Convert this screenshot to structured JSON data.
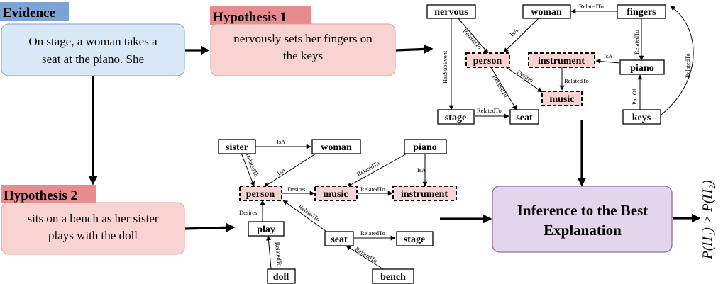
{
  "evidence": {
    "heading": "Evidence",
    "text_line1": "On stage, a woman takes a",
    "text_line2": "seat at the piano. She"
  },
  "hypothesis1": {
    "heading": "Hypothesis 1",
    "text_line1": "nervously sets her fingers on",
    "text_line2": "the keys"
  },
  "hypothesis2": {
    "heading": "Hypothesis 2",
    "text_line1": "sits on a bench as her sister",
    "text_line2": "plays with the doll"
  },
  "inference": {
    "line1": "Inference to the Best",
    "line2": "Explanation"
  },
  "result": "P(H₁) > P(H₂)",
  "colors": {
    "evidence_fill": "#d9e8f7",
    "evidence_heading": "#7da2d4",
    "hypothesis_fill": "#f8d3d1",
    "hypothesis_heading": "#e88b8f",
    "inference_fill": "#e2d5ec",
    "inference_stroke": "#8e6ba6",
    "highlight_node": "#f8d3d1"
  },
  "graph1": {
    "nodes": [
      {
        "id": "nervous",
        "label": "nervous",
        "highlight": false
      },
      {
        "id": "woman",
        "label": "woman",
        "highlight": false
      },
      {
        "id": "fingers",
        "label": "fingers",
        "highlight": false
      },
      {
        "id": "person",
        "label": "person",
        "highlight": true
      },
      {
        "id": "instrument",
        "label": "instrument",
        "highlight": true
      },
      {
        "id": "piano",
        "label": "piano",
        "highlight": false
      },
      {
        "id": "music",
        "label": "music",
        "highlight": true
      },
      {
        "id": "stage",
        "label": "stage",
        "highlight": false
      },
      {
        "id": "seat",
        "label": "seat",
        "highlight": false
      },
      {
        "id": "keys",
        "label": "keys",
        "highlight": false
      }
    ],
    "edges": [
      {
        "label": "RelatedTo"
      },
      {
        "label": "RelatedTo"
      },
      {
        "label": "IsA"
      },
      {
        "label": "HasSubEvent"
      },
      {
        "label": "RelatedTo"
      },
      {
        "label": "IsA"
      },
      {
        "label": "Desires"
      },
      {
        "label": "RelatedTo"
      },
      {
        "label": "RelatedTo"
      },
      {
        "label": "RelatedTo"
      },
      {
        "label": "PartOf"
      },
      {
        "label": "RelatedTo"
      }
    ]
  },
  "graph2": {
    "nodes": [
      {
        "id": "sister",
        "label": "sister",
        "highlight": false
      },
      {
        "id": "woman",
        "label": "woman",
        "highlight": false
      },
      {
        "id": "piano",
        "label": "piano",
        "highlight": false
      },
      {
        "id": "person",
        "label": "person",
        "highlight": true
      },
      {
        "id": "music",
        "label": "music",
        "highlight": true
      },
      {
        "id": "instrument",
        "label": "instrument",
        "highlight": true
      },
      {
        "id": "play",
        "label": "play",
        "highlight": false
      },
      {
        "id": "seat",
        "label": "seat",
        "highlight": false
      },
      {
        "id": "stage",
        "label": "stage",
        "highlight": false
      },
      {
        "id": "doll",
        "label": "doll",
        "highlight": false
      },
      {
        "id": "bench",
        "label": "bench",
        "highlight": false
      }
    ],
    "edges": [
      {
        "label": "IsA"
      },
      {
        "label": "RelatedTo"
      },
      {
        "label": "IsA"
      },
      {
        "label": "RelatedTo"
      },
      {
        "label": "IsA"
      },
      {
        "label": "Desires"
      },
      {
        "label": "RelatedTo"
      },
      {
        "label": "Desires"
      },
      {
        "label": "RelatedTo"
      },
      {
        "label": "RelatedTo"
      },
      {
        "label": "RelatedTo"
      },
      {
        "label": "RelatedTo"
      }
    ]
  }
}
